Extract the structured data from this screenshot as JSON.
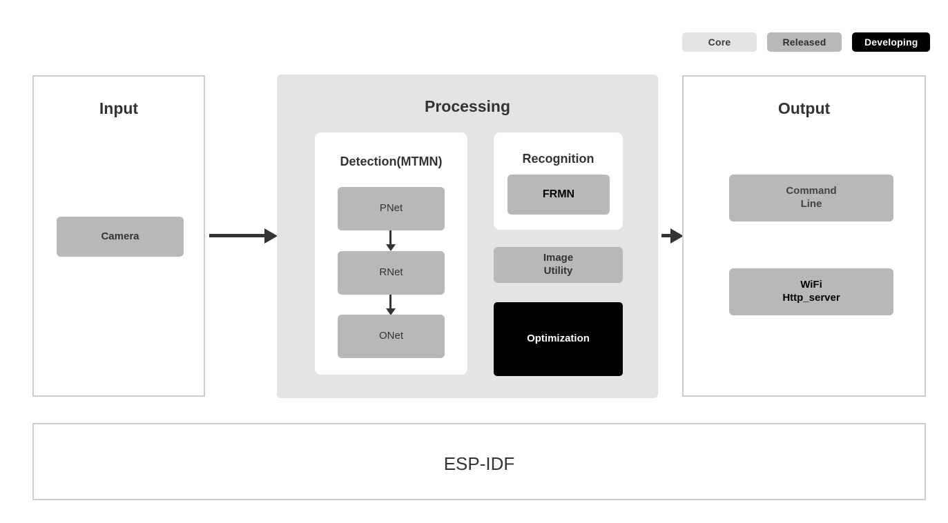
{
  "legend": {
    "items": [
      {
        "label": "Core",
        "color": "#e4e4e4"
      },
      {
        "label": "Released",
        "color": "#b8b8b8"
      },
      {
        "label": "Developing",
        "color": "#000000"
      }
    ]
  },
  "panels": {
    "input": {
      "title": "Input",
      "nodes": [
        {
          "label": "Camera",
          "status": "Released"
        }
      ]
    },
    "processing": {
      "title": "Processing",
      "detection": {
        "title": "Detection(MTMN)",
        "nodes": [
          {
            "label": "PNet",
            "status": "Released"
          },
          {
            "label": "RNet",
            "status": "Released"
          },
          {
            "label": "ONet",
            "status": "Released"
          }
        ]
      },
      "recognition": {
        "title": "Recognition",
        "nodes": [
          {
            "label": "FRMN",
            "status": "Released"
          }
        ]
      },
      "extras": [
        {
          "label": "Image\nUtility",
          "status": "Released"
        },
        {
          "label": "Optimization",
          "status": "Developing"
        }
      ]
    },
    "output": {
      "title": "Output",
      "nodes": [
        {
          "label": "Command\nLine",
          "status": "Released"
        },
        {
          "label": "WiFi\nHttp_server",
          "status": "Released"
        }
      ]
    },
    "foundation": {
      "title": "ESP-IDF"
    }
  },
  "flow": {
    "input_to_processing": "arrow-right",
    "processing_to_output": "arrow-right",
    "detection_chain": [
      "arrow-down",
      "arrow-down"
    ]
  },
  "colors": {
    "core": "#e4e4e4",
    "released": "#b8b8b8",
    "developing": "#000000",
    "panel_border": "#cccccc",
    "text_dark": "#333333",
    "arrow": "#333333",
    "background": "#ffffff"
  }
}
